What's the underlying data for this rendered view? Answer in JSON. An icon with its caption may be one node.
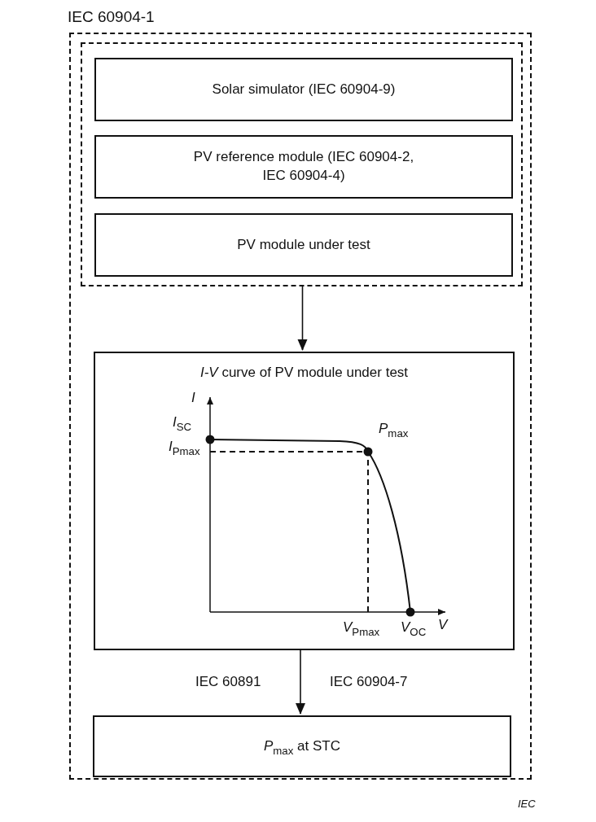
{
  "diagram": {
    "nodes": [
      {
        "text": [
          "IEC 60904-1"
        ]
      },
      {
        "text": [],
        "shape": "box",
        "in": 0
      },
      {
        "text": [
          "Solar simulator (IEC 60904-9)"
        ],
        "in": 1
      },
      {
        "text": [
          "PV reference module (IEC 60904-2, IEC 60904-4)"
        ],
        "in": 1
      },
      {
        "text": [
          "PV module under test"
        ],
        "in": 1
      },
      {
        "text": [
          "*I-V* curve of PV module under test",
          "*I*",
          "*I*$_{SC}$",
          "*I*$_{Pmax}$",
          "*P*$_{max}$",
          "*V*$_{Pmax}$",
          "*V*$_{OC}$",
          "*V*"
        ],
        "in": 0
      },
      {
        "text": [
          "*P*$_{max}$ at STC"
        ],
        "in": 0
      }
    ],
    "edges": [
      {
        "from": 1,
        "to": 5,
        "arrow": "to"
      },
      {
        "from": 5,
        "to": 6,
        "arrow": "to"
      }
    ],
    "labels": [
      "IEC 60891",
      "IEC 60904-7",
      "IEC"
    ]
  }
}
